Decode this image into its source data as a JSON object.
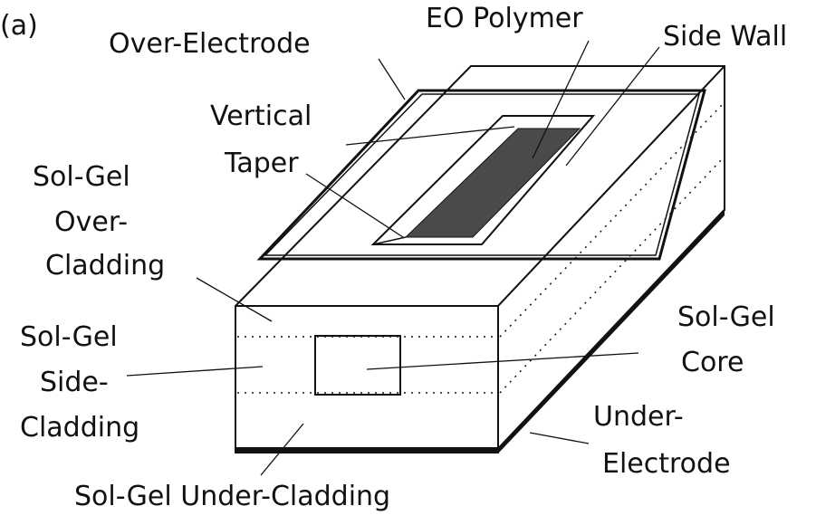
{
  "panel_label": "(a)",
  "labels": {
    "over_electrode": "Over-Electrode",
    "eo_polymer": "EO Polymer",
    "side_wall": "Side Wall",
    "vertical_taper": [
      "Vertical",
      "Taper"
    ],
    "over_cladding": [
      "Sol-Gel",
      "Over-",
      "Cladding"
    ],
    "side_cladding": [
      "Sol-Gel",
      "Side-",
      "Cladding"
    ],
    "core": [
      "Sol-Gel",
      "Core"
    ],
    "under_electrode": [
      "Under-",
      "Electrode"
    ],
    "under_cladding": "Sol-Gel Under-Cladding"
  },
  "colors": {
    "line": "#111111",
    "polymer_fill": "#4a4a4a",
    "background": "#ffffff"
  }
}
